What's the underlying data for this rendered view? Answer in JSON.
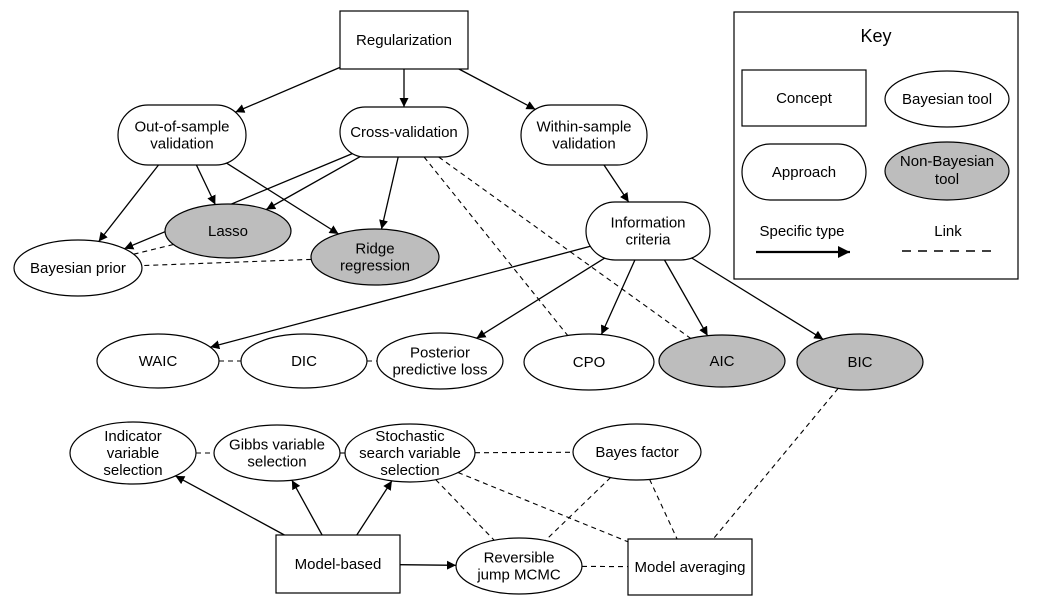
{
  "colors": {
    "bayesian_fill": "#ffffff",
    "non_bayesian_fill": "#bdbdbd",
    "line": "#000000"
  },
  "key": {
    "title": "Key",
    "concept": "Concept",
    "bayesian_tool": "Bayesian tool",
    "approach": "Approach",
    "non_bayesian_tool": [
      "Non-Bayesian",
      "tool"
    ],
    "specific_type": "Specific type",
    "link": "Link"
  },
  "nodes": {
    "regularization": {
      "lines": [
        "Regularization"
      ],
      "kind": "concept"
    },
    "out_of_sample": {
      "lines": [
        "Out-of-sample",
        "validation"
      ],
      "kind": "approach"
    },
    "cross_validation": {
      "lines": [
        "Cross-validation"
      ],
      "kind": "approach"
    },
    "within_sample": {
      "lines": [
        "Within-sample",
        "validation"
      ],
      "kind": "approach"
    },
    "lasso": {
      "lines": [
        "Lasso"
      ],
      "kind": "non-bayesian"
    },
    "ridge": {
      "lines": [
        "Ridge",
        "regression"
      ],
      "kind": "non-bayesian"
    },
    "bayesian_prior": {
      "lines": [
        "Bayesian prior"
      ],
      "kind": "bayesian"
    },
    "info_criteria": {
      "lines": [
        "Information",
        "criteria"
      ],
      "kind": "approach"
    },
    "waic": {
      "lines": [
        "WAIC"
      ],
      "kind": "bayesian"
    },
    "dic": {
      "lines": [
        "DIC"
      ],
      "kind": "bayesian"
    },
    "ppl": {
      "lines": [
        "Posterior",
        "predictive loss"
      ],
      "kind": "bayesian"
    },
    "cpo": {
      "lines": [
        "CPO"
      ],
      "kind": "bayesian"
    },
    "aic": {
      "lines": [
        "AIC"
      ],
      "kind": "non-bayesian"
    },
    "bic": {
      "lines": [
        "BIC"
      ],
      "kind": "non-bayesian"
    },
    "indicator": {
      "lines": [
        "Indicator",
        "variable",
        "selection"
      ],
      "kind": "bayesian"
    },
    "gibbs": {
      "lines": [
        "Gibbs variable",
        "selection"
      ],
      "kind": "bayesian"
    },
    "ssvs": {
      "lines": [
        "Stochastic",
        "search variable",
        "selection"
      ],
      "kind": "bayesian"
    },
    "bayes_factor": {
      "lines": [
        "Bayes factor"
      ],
      "kind": "bayesian"
    },
    "model_based": {
      "lines": [
        "Model-based"
      ],
      "kind": "concept"
    },
    "rjmcmc": {
      "lines": [
        "Reversible",
        "jump MCMC"
      ],
      "kind": "bayesian"
    },
    "model_avg": {
      "lines": [
        "Model averaging"
      ],
      "kind": "concept"
    }
  },
  "edges": {
    "specific_type": [
      [
        "regularization",
        "out_of_sample"
      ],
      [
        "regularization",
        "cross_validation"
      ],
      [
        "regularization",
        "within_sample"
      ],
      [
        "out_of_sample",
        "bayesian_prior"
      ],
      [
        "out_of_sample",
        "lasso"
      ],
      [
        "out_of_sample",
        "ridge"
      ],
      [
        "cross_validation",
        "bayesian_prior"
      ],
      [
        "cross_validation",
        "lasso"
      ],
      [
        "cross_validation",
        "ridge"
      ],
      [
        "within_sample",
        "info_criteria"
      ],
      [
        "info_criteria",
        "waic"
      ],
      [
        "info_criteria",
        "ppl"
      ],
      [
        "info_criteria",
        "cpo"
      ],
      [
        "info_criteria",
        "aic"
      ],
      [
        "info_criteria",
        "bic"
      ],
      [
        "model_based",
        "indicator"
      ],
      [
        "model_based",
        "gibbs"
      ],
      [
        "model_based",
        "ssvs"
      ],
      [
        "model_based",
        "rjmcmc"
      ]
    ],
    "link": [
      [
        "lasso",
        "bayesian_prior"
      ],
      [
        "ridge",
        "bayesian_prior"
      ],
      [
        "cross_validation",
        "cpo"
      ],
      [
        "cross_validation",
        "aic"
      ],
      [
        "waic",
        "dic"
      ],
      [
        "dic",
        "ppl"
      ],
      [
        "indicator",
        "gibbs"
      ],
      [
        "gibbs",
        "ssvs"
      ],
      [
        "ssvs",
        "bayes_factor"
      ],
      [
        "ssvs",
        "rjmcmc"
      ],
      [
        "ssvs",
        "model_avg"
      ],
      [
        "bayes_factor",
        "rjmcmc"
      ],
      [
        "bayes_factor",
        "model_avg"
      ],
      [
        "rjmcmc",
        "model_avg"
      ],
      [
        "bic",
        "model_avg"
      ]
    ]
  }
}
